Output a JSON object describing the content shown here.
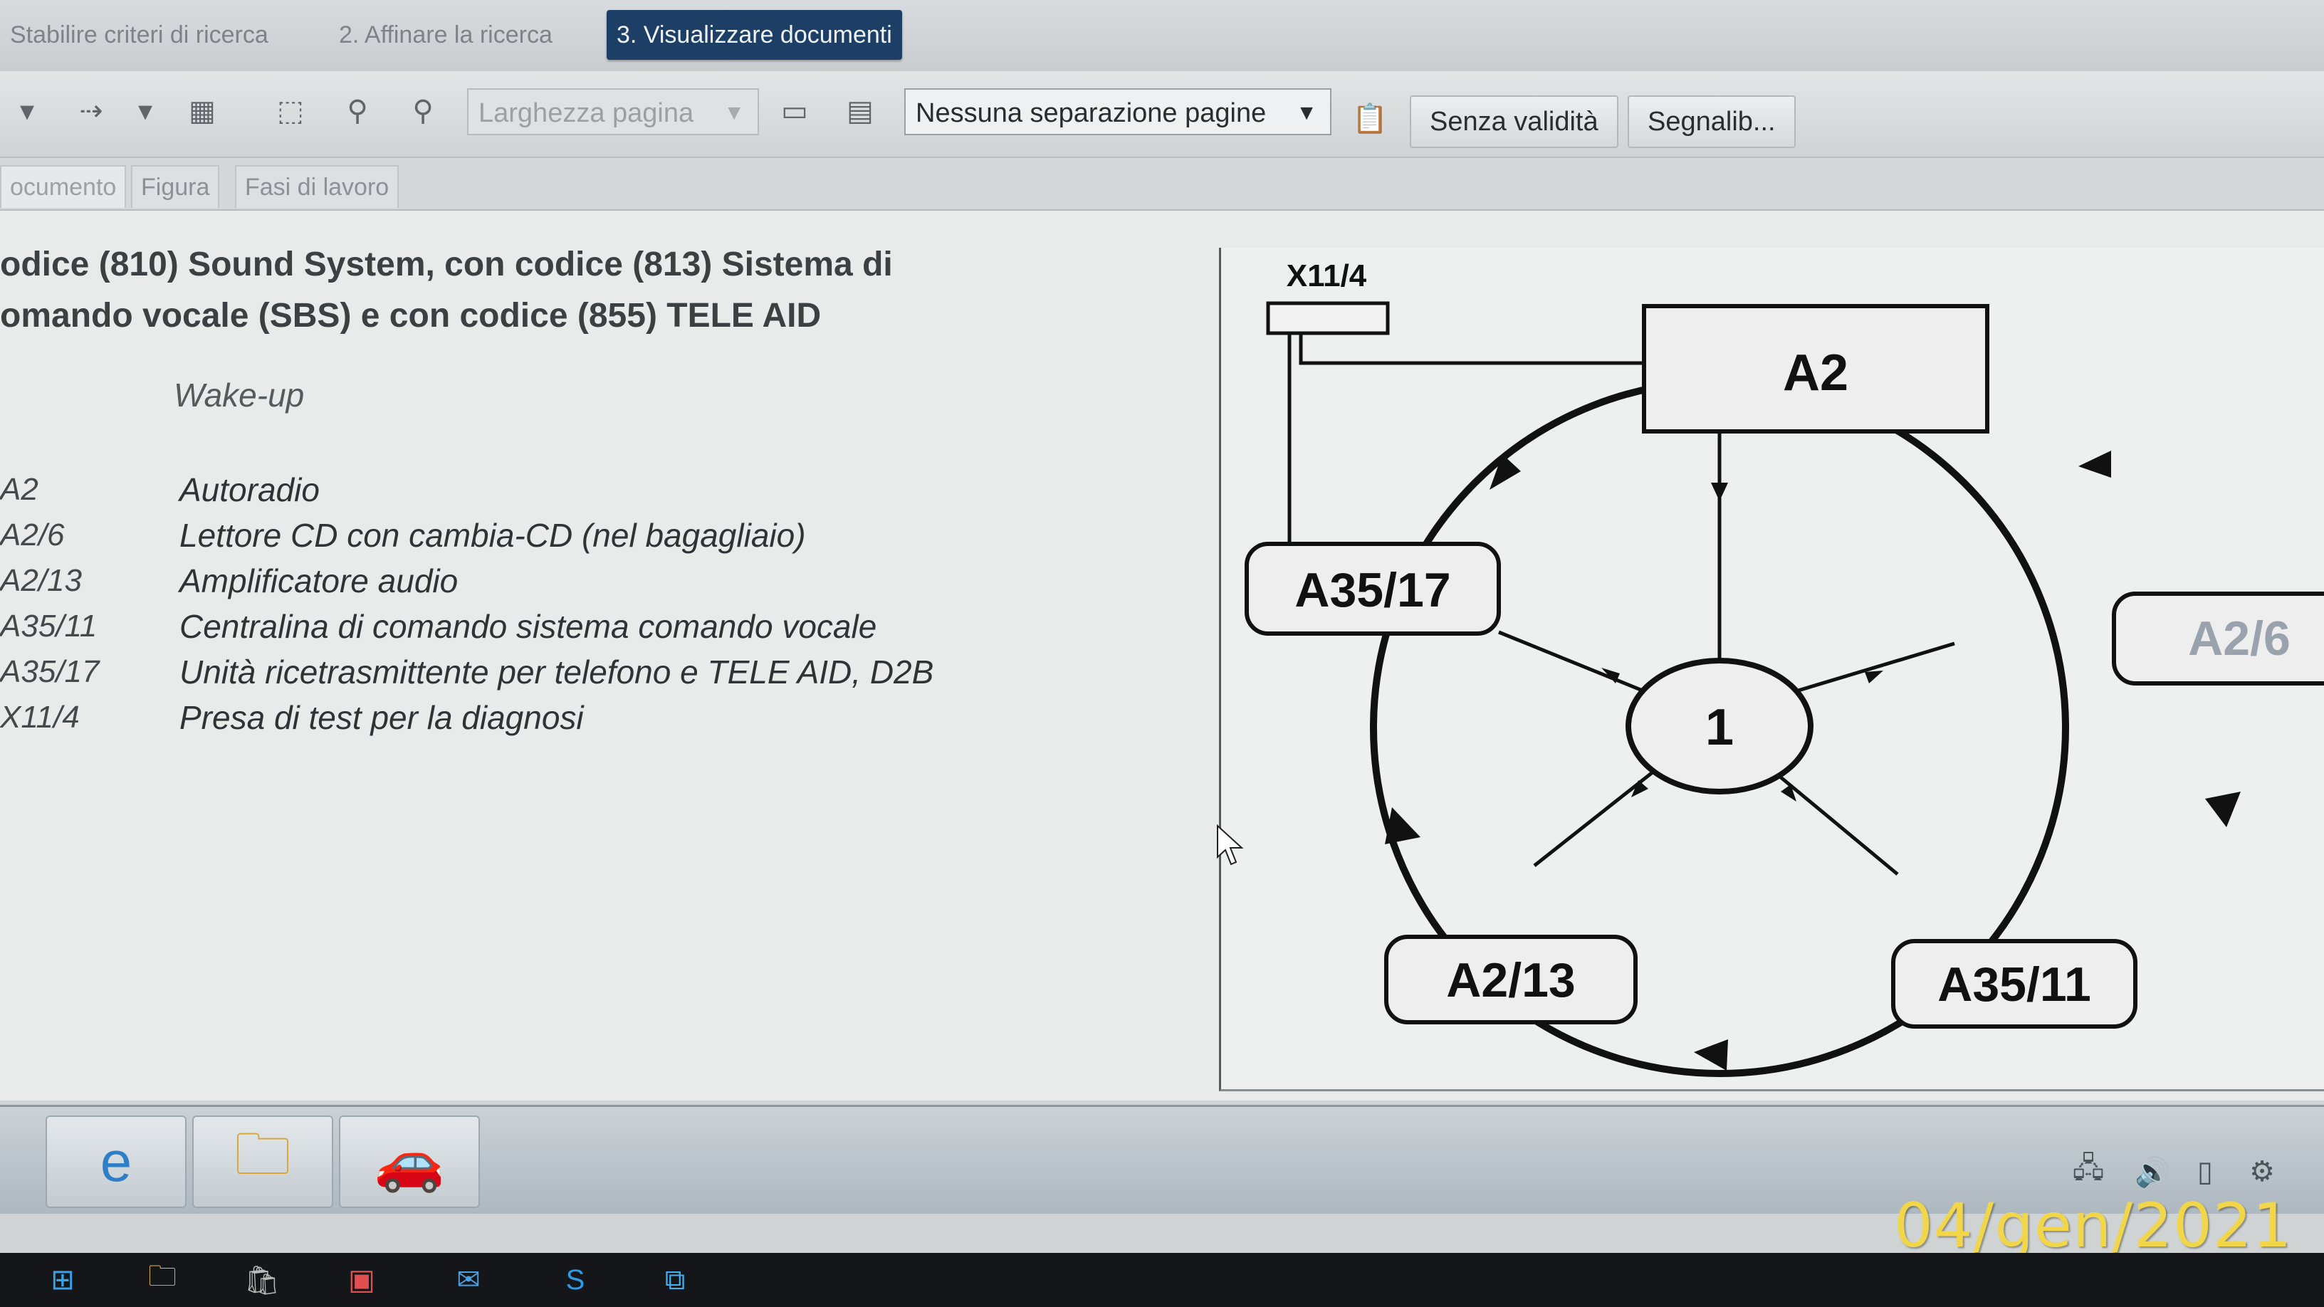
{
  "steps": [
    {
      "label": "Stabilire criteri di ricerca"
    },
    {
      "label": "2. Affinare la ricerca"
    },
    {
      "label": "3. Visualizzare documenti"
    }
  ],
  "toolbar": {
    "zoom_select": "Larghezza pagina",
    "page_separation_select": "Nessuna separazione pagine",
    "validity_button": "Senza validità",
    "bookmarks_button": "Segnalib..."
  },
  "doc_tabs": [
    "ocumento",
    "Figura",
    "Fasi di lavoro"
  ],
  "document": {
    "heading_line1": "odice (810) Sound System, con codice (813) Sistema di",
    "heading_line2": "omando vocale (SBS) e con codice (855) TELE AID",
    "wake_up": "Wake-up",
    "legend": [
      {
        "code": "A2",
        "desc": "Autoradio"
      },
      {
        "code": "A2/6",
        "desc": "Lettore CD con cambia-CD (nel bagagliaio)"
      },
      {
        "code": "A2/13",
        "desc": "Amplificatore audio"
      },
      {
        "code": "A35/11",
        "desc": "Centralina di comando sistema comando vocale"
      },
      {
        "code": "A35/17",
        "desc": "Unità ricetrasmittente per telefono e TELE AID, D2B"
      },
      {
        "code": "X11/4",
        "desc": "Presa di test per la diagnosi"
      }
    ]
  },
  "diagram": {
    "x11_4": "X11/4",
    "a2": "A2",
    "a35_17": "A35/17",
    "a2_6": "A2/6",
    "center": "1",
    "a2_13": "A2/13",
    "a35_11": "A35/11"
  },
  "stamp": "04/gen/2021",
  "colors": {
    "active_step": "#1d3f66",
    "stamp": "#f2d64a"
  }
}
